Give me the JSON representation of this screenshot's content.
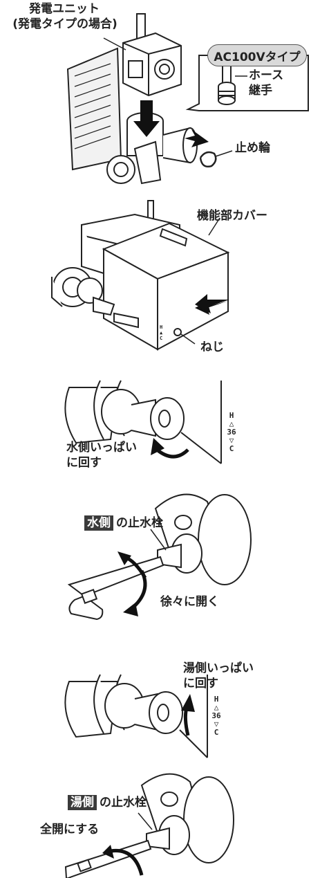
{
  "step1": {
    "unit_label": "発電ユニット",
    "unit_sub": "(発電タイプの場合)",
    "ac_type_label": "AC100Vタイプ",
    "hose_label_1": "ホース",
    "hose_label_2": "継手",
    "ring_label": "止め輪"
  },
  "step2": {
    "cover_label": "機能部カバー",
    "screw_label": "ねじ"
  },
  "step3": {
    "turn_label_1": "水側いっぱい",
    "turn_label_2": "に回す",
    "dial_marks": [
      "H",
      "△",
      "36",
      "▽",
      "C"
    ]
  },
  "step4": {
    "tag": "水側",
    "valve_label": "の止水栓",
    "open_label": "徐々に開く"
  },
  "step5": {
    "turn_label_1": "湯側いっぱい",
    "turn_label_2": "に回す",
    "dial_marks": [
      "H",
      "△",
      "36",
      "▽",
      "C"
    ]
  },
  "step6": {
    "tag": "湯側",
    "valve_label": "の止水栓",
    "open_label": "全開にする"
  }
}
